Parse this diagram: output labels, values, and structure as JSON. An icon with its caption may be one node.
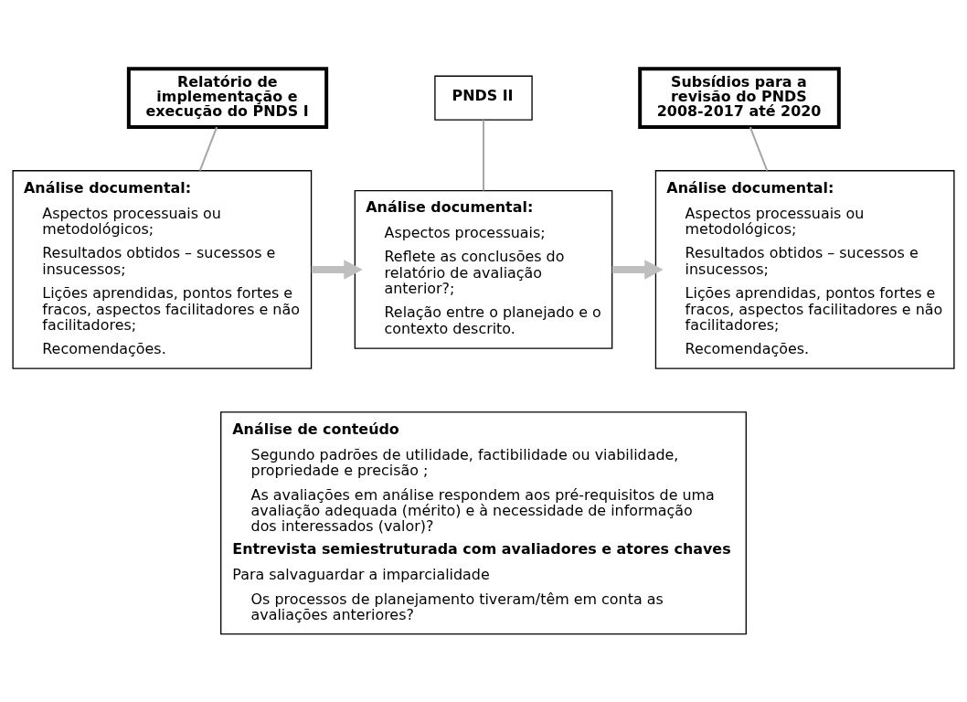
{
  "diagram": {
    "nodes": [
      {
        "text": [
          "Relatório de implementação e execução do PNDS I"
        ]
      },
      {
        "text": [
          "PNDS II"
        ]
      },
      {
        "text": [
          "Subsídios para a revisão do PNDS 2008-2017 até 2020"
        ]
      },
      {
        "text": [
          "Análise documental:",
          "Aspectos processuais ou metodológicos;",
          "Resultados obtidos – sucessos e insucessos;",
          "Lições aprendidas, pontos fortes e fracos, aspectos facilitadores e não facilitadores;",
          "Recomendações."
        ]
      },
      {
        "text": [
          "Análise documental:",
          "Aspectos processuais;",
          "Reflete as conclusões do relatório de avaliação anterior?;",
          "Relação entre o planejado e o contexto descrito."
        ]
      },
      {
        "text": [
          "Análise documental:",
          "Aspectos processuais ou metodológicos;",
          "Resultados obtidos – sucessos e insucessos;",
          "Lições aprendidas, pontos fortes e fracos, aspectos facilitadores e não facilitadores;",
          "Recomendações."
        ]
      },
      {
        "text": [
          "Análise de conteúdo",
          "Segundo padrões de utilidade, factibilidade ou viabilidade, propriedade e precisão ;",
          "As avaliações em análise respondem aos pré-requisitos de uma avaliação adequada (mérito) e à necessidade de informação dos interessados (valor)?",
          "Entrevista semiestruturada com avaliadores e atores chaves",
          "Para salvaguardar a imparcialidade",
          "Os processos de planejamento tiveram/têm em conta as avaliações anteriores?"
        ]
      }
    ],
    "edges": [
      {
        "from": 0,
        "to": 3,
        "arrow": "none"
      },
      {
        "from": 1,
        "to": 4,
        "arrow": "none"
      },
      {
        "from": 2,
        "to": 5,
        "arrow": "none"
      },
      {
        "from": 3,
        "to": 4,
        "arrow": "to",
        "style": "thick",
        "color": "#bfbfbf"
      },
      {
        "from": 4,
        "to": 5,
        "arrow": "to",
        "style": "thick",
        "color": "#bfbfbf"
      }
    ]
  }
}
